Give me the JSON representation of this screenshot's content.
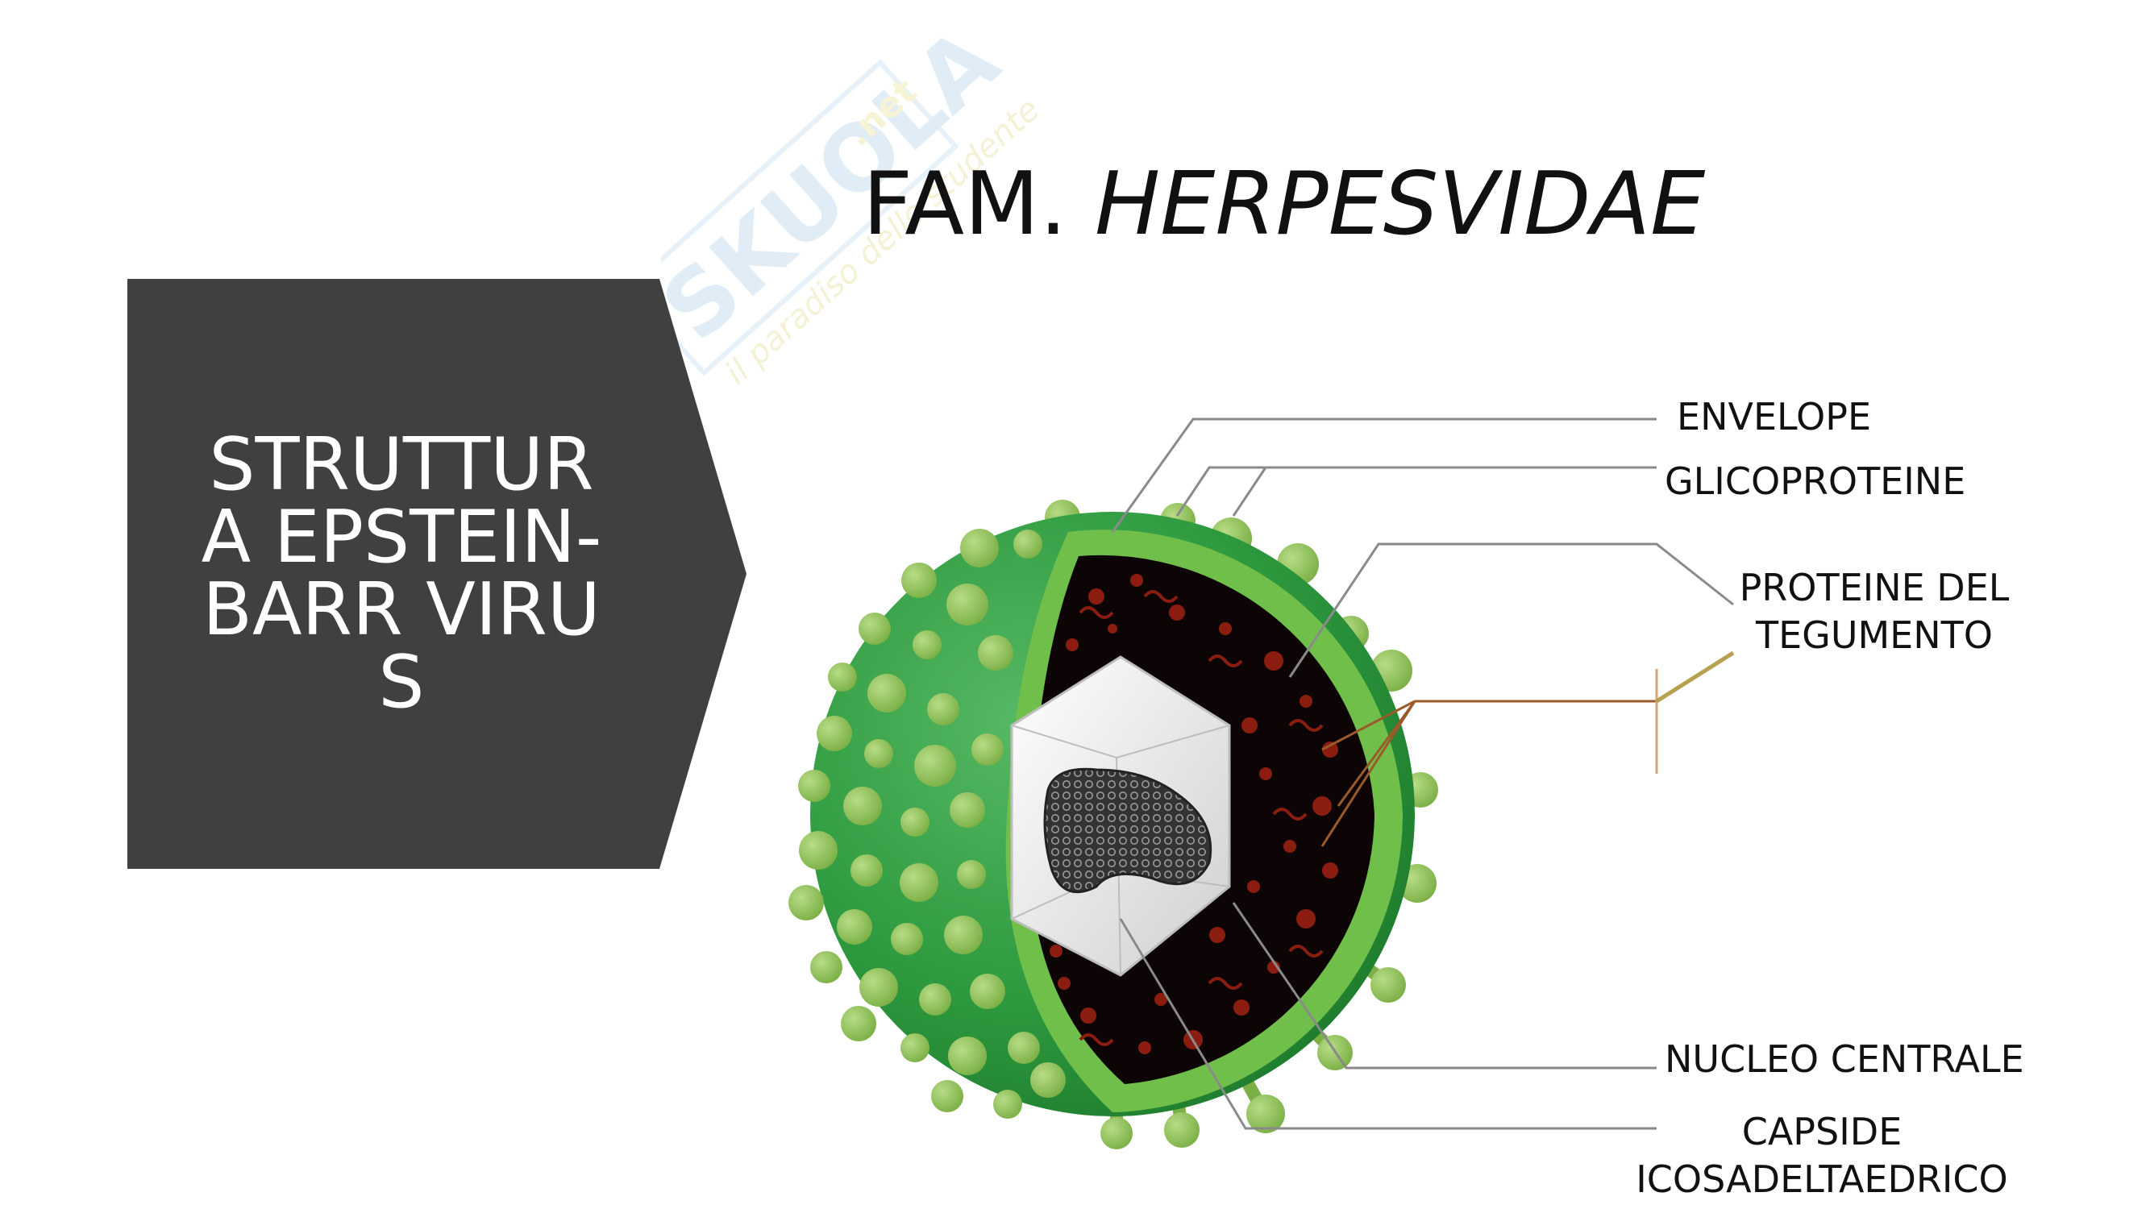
{
  "title": {
    "prefix": "FAM.",
    "italic": "HERPESVIDAE"
  },
  "panel": {
    "heading": "STRUTTURA EPSTEIN-BARR VIRUS",
    "background": "#404040"
  },
  "watermark": {
    "brand": "SKUOLA",
    "tld": ".net",
    "tagline": "il paradiso dello studente"
  },
  "labels": {
    "envelope": "ENVELOPE",
    "glicoproteine": "GLICOPROTEINE",
    "proteine_line1": "PROTEINE DEL",
    "proteine_line2": "TEGUMENTO",
    "nucleo": "NUCLEO CENTRALE",
    "capside_line1": "CAPSIDE",
    "capside_line2": "ICOSADELTAEDRICO"
  },
  "colors": {
    "envelope_green": "#2e9a3f",
    "spike_green": "#8dc155",
    "interior": "#0d0505",
    "tegument_red": "#8a1d10",
    "capsid": "#e8e8e8",
    "leader_gray": "#8a8a8a",
    "leader_brown": "#9b5a2a"
  }
}
